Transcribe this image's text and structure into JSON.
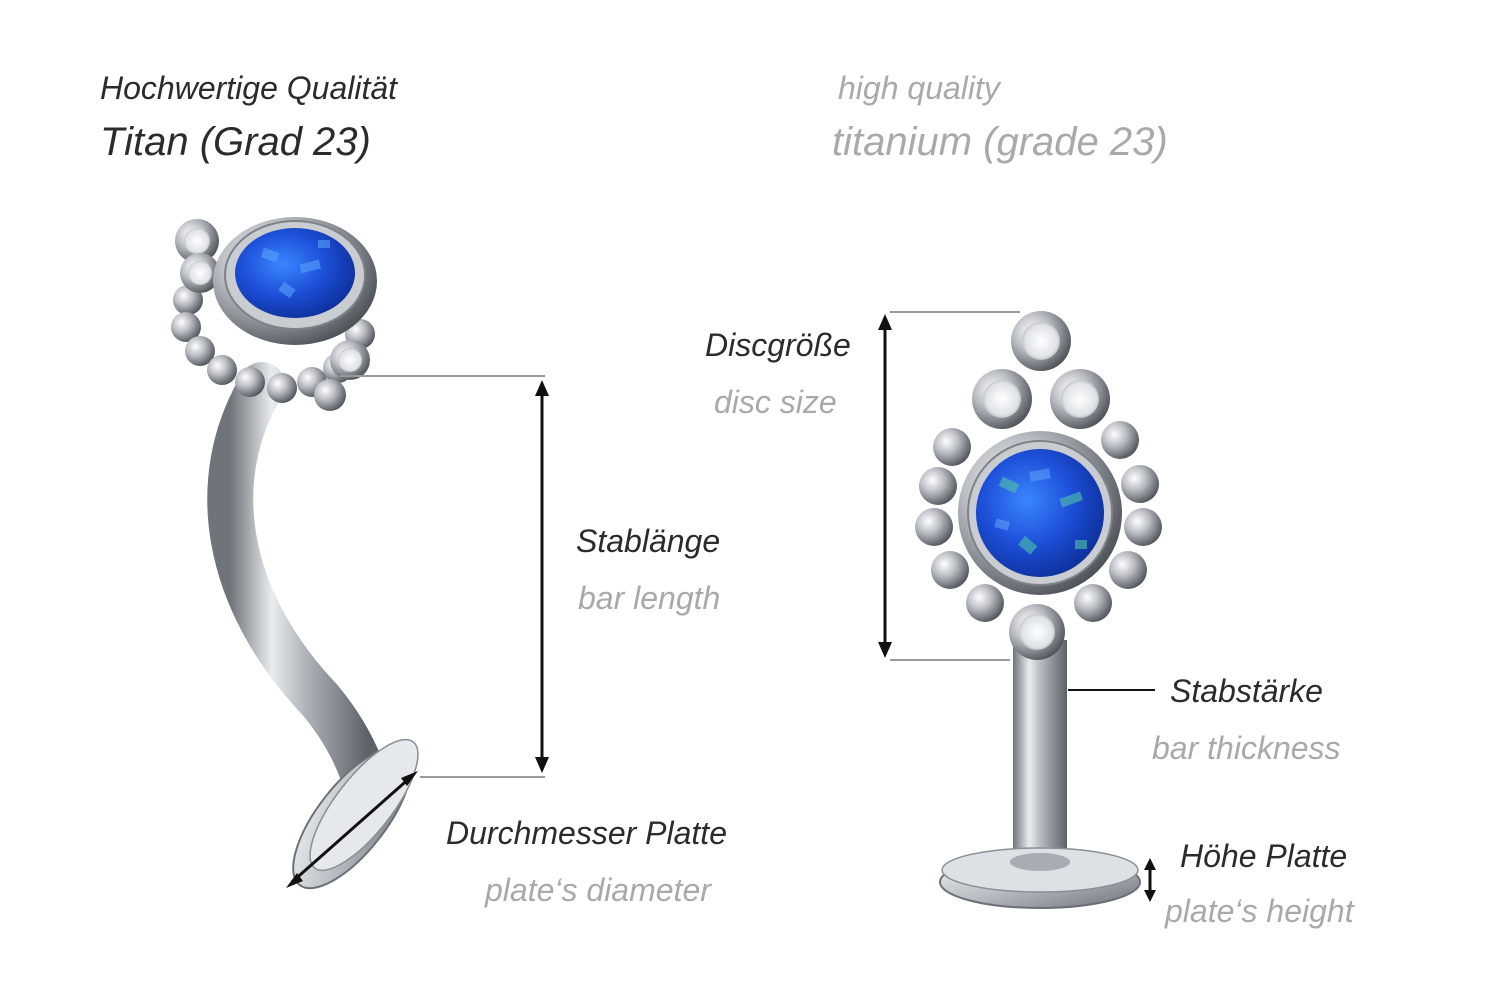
{
  "header": {
    "de_quality": "Hochwertige Qualität",
    "de_material": "Titan (Grad 23)",
    "en_quality": "high quality",
    "en_material": "titanium (grade 23)"
  },
  "labels": {
    "bar_length_de": "Stablänge",
    "bar_length_en": "bar length",
    "plate_diameter_de": "Durchmesser Platte",
    "plate_diameter_en": "plate‘s diameter",
    "disc_size_de": "Discgröße",
    "disc_size_en": "disc size",
    "bar_thickness_de": "Stabstärke",
    "bar_thickness_en": "bar thickness",
    "plate_height_de": "Höhe Platte",
    "plate_height_en": "plate‘s height"
  },
  "colors": {
    "german_text": "#2b2b2b",
    "english_text": "#a9a9a9",
    "opal": "#1f4fd6",
    "metal": "#b8bcc2"
  }
}
